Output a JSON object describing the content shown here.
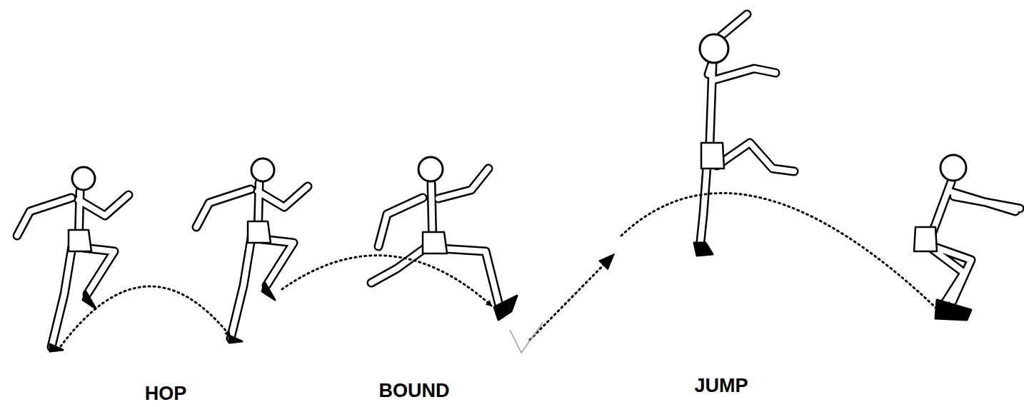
{
  "diagram": {
    "labels": [
      "HOP",
      "BOUND",
      "JUMP"
    ]
  }
}
